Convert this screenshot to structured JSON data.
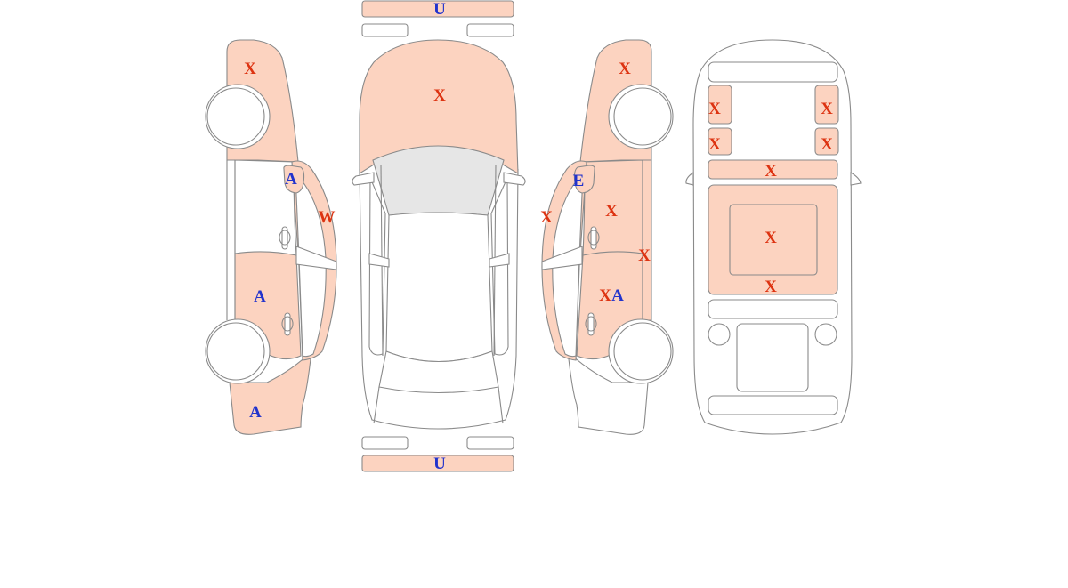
{
  "colors": {
    "damaged_fill": "#fcd3c0",
    "outline": "#8a8a8a",
    "glass_fill": "#e6e6e6",
    "code_red": "#dd3311",
    "code_blue": "#2233cc",
    "background": "#ffffff"
  },
  "code_colors": {
    "X": "#dd3311",
    "W": "#dd3311",
    "A": "#2233cc",
    "U": "#2233cc",
    "E": "#2233cc"
  },
  "views": {
    "left_side": {
      "marks": [
        {
          "code": "X",
          "part": "front-fender"
        },
        {
          "code": "A",
          "part": "mirror"
        },
        {
          "code": "W",
          "part": "open-door"
        },
        {
          "code": "A",
          "part": "rear-door"
        },
        {
          "code": "A",
          "part": "rear-quarter"
        }
      ]
    },
    "top": {
      "marks": [
        {
          "code": "U",
          "part": "front-bumper"
        },
        {
          "code": "X",
          "part": "hood"
        },
        {
          "code": "U",
          "part": "rear-bumper"
        }
      ]
    },
    "right_side": {
      "marks": [
        {
          "code": "X",
          "part": "front-fender"
        },
        {
          "code": "E",
          "part": "mirror"
        },
        {
          "code": "X",
          "part": "open-door"
        },
        {
          "code": "X",
          "part": "front-door"
        },
        {
          "code": "X",
          "part": "rocker"
        },
        {
          "code": "X",
          "part": "rear-door"
        },
        {
          "code": "A",
          "part": "rear-door"
        }
      ]
    },
    "underside": {
      "marks": [
        {
          "code": "X",
          "part": "left-front-panel"
        },
        {
          "code": "X",
          "part": "right-front-panel"
        },
        {
          "code": "X",
          "part": "left-sill"
        },
        {
          "code": "X",
          "part": "right-sill"
        },
        {
          "code": "X",
          "part": "crossmember"
        },
        {
          "code": "X",
          "part": "floor-pan"
        },
        {
          "code": "X",
          "part": "floor-rear"
        }
      ]
    }
  }
}
